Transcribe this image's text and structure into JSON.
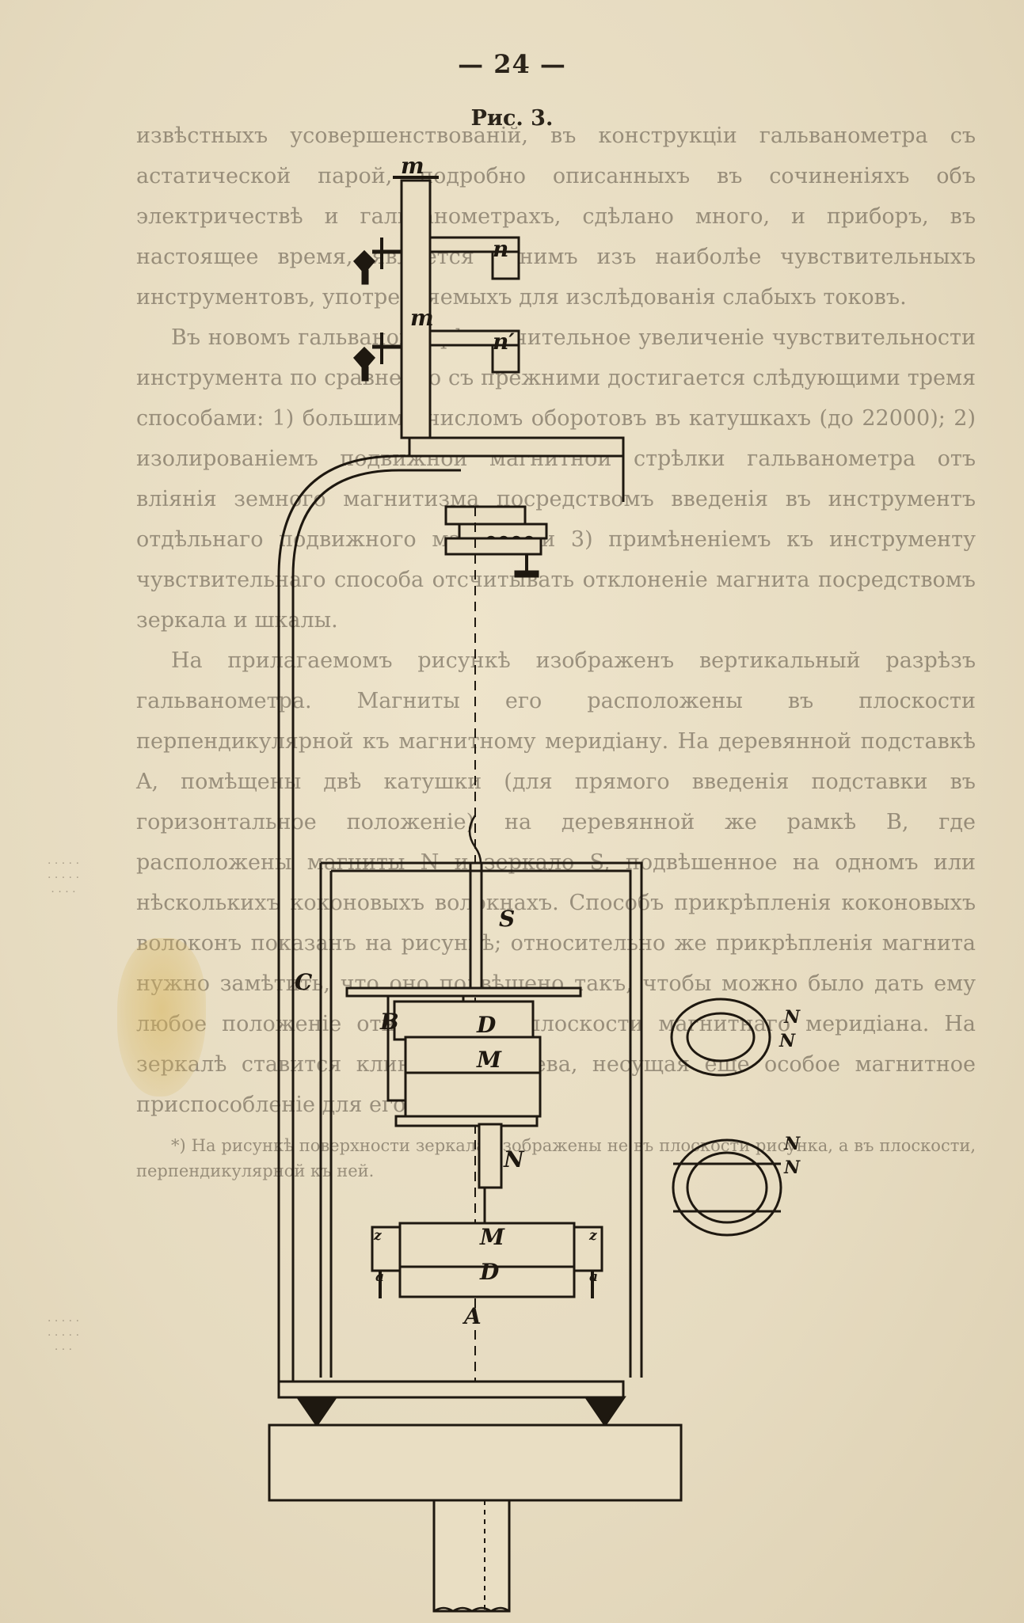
{
  "page_number": "— 24 —",
  "figure_caption": "Рис. 3.",
  "body_text": {
    "paragraphs": [
      "извѣстныхъ усовершенствованій, въ конструкціи гальванометра съ астатической парой, подробно описанныхъ въ сочиненіяхъ объ электричествѣ и гальванометрахъ, сдѣлано много, и приборъ, въ настоящее время, является однимъ изъ наиболѣе чувствительныхъ инструментовъ, употребляемыхъ для изслѣдованія слабыхъ токовъ.",
      "Въ новомъ гальванометрѣ значительное увеличеніе чувствительности инструмента по сравненію съ прежними достигается слѣдующими тремя способами: 1) большимъ числомъ оборотовъ въ катушкахъ (до 22000); 2) изолированіемъ подвижной магнитной стрѣлки гальванометра отъ вліянія земного магнитизма посредствомъ введенія въ инструментъ отдѣльнаго подвижного магнита и 3) примѣненіемъ къ инструменту чувствительнаго способа отсчитывать отклоненіе магнита посредствомъ зеркала и шкалы.",
      "На прилагаемомъ рисункѣ изображенъ вертикальный разрѣзъ гальванометра. Магниты его расположены въ плоскости перпендикулярной къ магнитному меридіану. На деревянной подставкѣ A, помѣщены двѣ катушки (для прямого введенія подставки въ горизонтальное положеніе) на деревянной же рамкѣ B, где расположены магниты N и зеркало S, подвѣшенное на одномъ или нѣсколькихъ коконовыхъ волокнахъ. Способъ прикрѣпленія коконовыхъ волоконъ показанъ на рисункѣ; относительно же прикрѣпленія магнита нужно замѣтить, что оно подвѣшено такъ, чтобы можно было дать ему любое положеніе относительно плоскости магнитнаго меридіана. На зеркалѣ ставится клинъ изъ дерева, несущая еще особое магнитное приспособленіе для его установки."
    ],
    "footnote": "*) На рисункѣ поверхности зеркала изображены не въ плоскости рисунка, а въ плоскости, перпендикулярной къ ней."
  },
  "figure": {
    "labels": {
      "m_top": "m",
      "m_mid": "m",
      "n_top": "n",
      "n_mid": "n′",
      "s": "S",
      "c": "C",
      "b": "B",
      "d_top": "D",
      "m_upper_magnet": "M",
      "n_needle": "N",
      "m_lower_magnet": "M",
      "d_bottom": "D",
      "a": "A",
      "z_left": "z",
      "a_left": "a",
      "z_right": "z",
      "a_right": "a",
      "ring_upper_n1": "N",
      "ring_upper_n2": "N",
      "ring_lower_n1": "N",
      "ring_lower_n2": "N"
    }
  },
  "colors": {
    "paper": "#e7dcc1",
    "ink": "#2b241a",
    "stain": "#d7b45a"
  }
}
